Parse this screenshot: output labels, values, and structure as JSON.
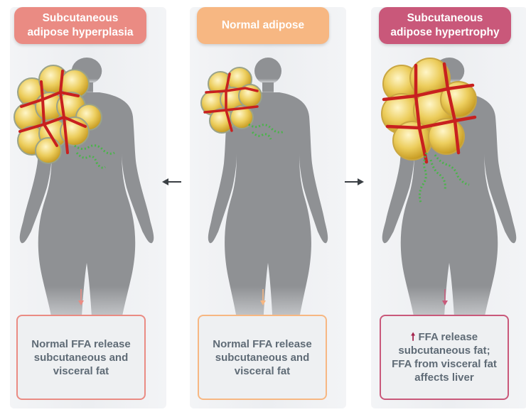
{
  "panels": [
    {
      "title": "Subcutaneous\nadipose hyperplasia",
      "color": "#ea8b83",
      "box_lines": [
        "Normal FFA release",
        "subcutaneous and",
        "visceral fat"
      ]
    },
    {
      "title": "Normal adipose",
      "color": "#f7b782",
      "box_lines": [
        "Normal FFA release",
        "subcutaneous and",
        "visceral fat"
      ]
    },
    {
      "title": "Subcutaneous\nadipose hypertrophy",
      "color": "#c9587a",
      "box_lines": [
        "FFA release",
        "subcutaneous fat;",
        "FFA from visceral fat",
        "affects liver"
      ],
      "up_arrow_color": "#a4244d"
    }
  ],
  "colors": {
    "silhouette": "#8f9194",
    "fat_cell": "#eccd5c",
    "vessel": "#c8201f",
    "ffa": "#4bb34b",
    "arrow": "#3a3f44"
  }
}
